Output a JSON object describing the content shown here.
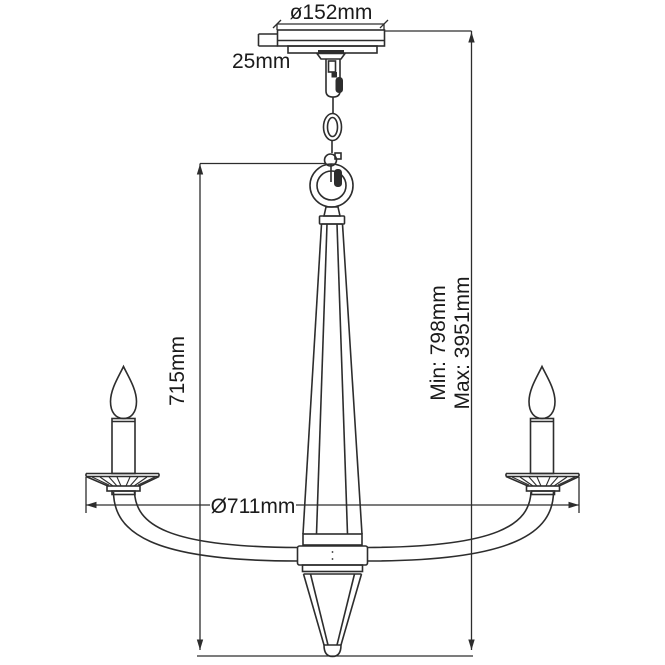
{
  "diagram": {
    "kind": "chandelier technical dimension drawing",
    "labels": {
      "canopy_diameter": "ø152mm",
      "canopy_height": "25mm",
      "fixture_height": "715mm",
      "min_height": "Min: 798mm",
      "max_height": "Max: 3951mm",
      "fixture_width": "Ø711mm"
    },
    "colors": {
      "line": "#2d2d2d",
      "dimension_line": "#2d2d2d",
      "text": "#1b1b1b",
      "background": "#ffffff"
    }
  }
}
